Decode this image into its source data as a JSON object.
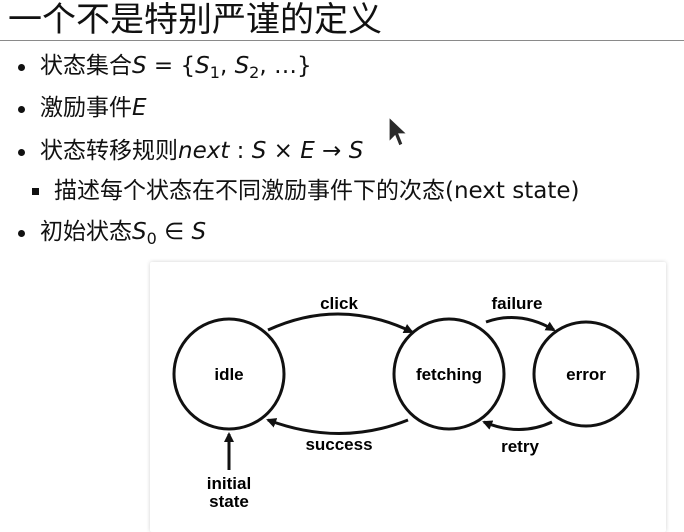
{
  "title": "一个不是特别严谨的定义",
  "bullets": {
    "b1": {
      "text": "状态集合",
      "math_var": "S",
      "math_set": "= {",
      "s1": "S",
      "s1_sub": "1",
      "comma": ",",
      "s2": "S",
      "s2_sub": "2",
      "rest": ", …}"
    },
    "b2": {
      "text": "激励事件",
      "math_var": "E"
    },
    "b3": {
      "text": "状态转移规则",
      "fn": "next",
      "sig": " : ",
      "s": "S",
      "times": " × ",
      "e": "E",
      "arrow": " → ",
      "s_out": "S"
    },
    "b3_sub": {
      "text": "描述每个状态在不同激励事件下的次态(next state)"
    },
    "b4": {
      "text": "初始状态",
      "s0": "S",
      "s0_sub": "0",
      "in": " ∈ ",
      "s": "S"
    }
  },
  "diagram": {
    "states": [
      "idle",
      "fetching",
      "error"
    ],
    "edges": [
      "click",
      "failure",
      "success",
      "retry"
    ],
    "initial_label_1": "initial",
    "initial_label_2": "state"
  }
}
